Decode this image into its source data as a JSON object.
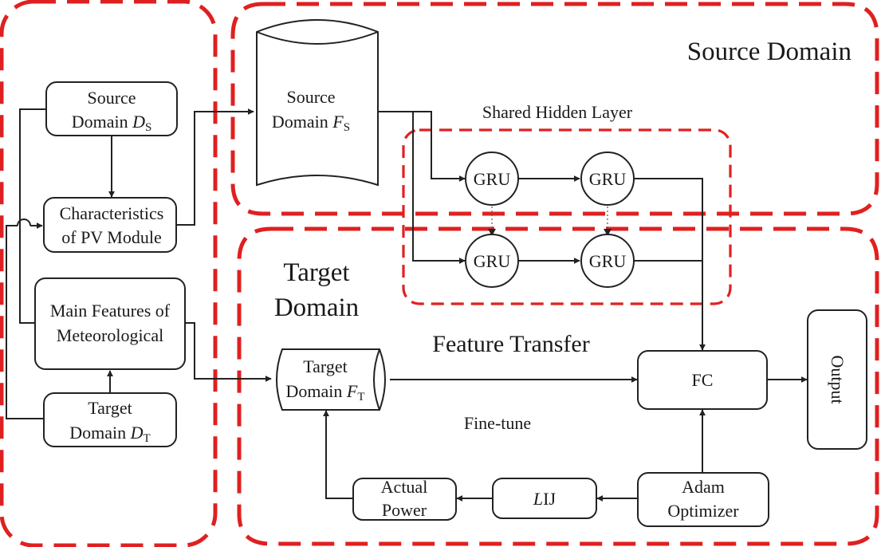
{
  "regions": {
    "source_domain_title": "Source Domain",
    "target_domain_title": [
      "Target",
      "Domain"
    ],
    "shared_hidden_layer": "Shared Hidden Layer",
    "feature_transfer": "Feature Transfer"
  },
  "nodes": {
    "source_domain_ds": {
      "line1": "Source",
      "line2": "Domain ",
      "var": "D",
      "sub": "S"
    },
    "pv_module": {
      "line1": "Characteristics",
      "line2": "of PV Module"
    },
    "meteorological": {
      "line1": "Main Features of",
      "line2": "Meteorological"
    },
    "target_domain_dt": {
      "line1": "Target",
      "line2": "Domain ",
      "var": "D",
      "sub": "T"
    },
    "source_domain_fs": {
      "line1": "Source",
      "line2": "Domain ",
      "var": "F",
      "sub": "S"
    },
    "target_domain_ft": {
      "line1": "Target",
      "line2": "Domain ",
      "var": "F",
      "sub": "T"
    },
    "gru": "GRU",
    "fc": "FC",
    "output": "Output",
    "adam": {
      "line1": "Adam",
      "line2": "Optimizer"
    },
    "loss": {
      "var": "L",
      "rest": "IJ"
    },
    "actual_power": {
      "line1": "Actual",
      "line2": "Power"
    }
  },
  "labels": {
    "fine_tune": "Fine-tune"
  }
}
